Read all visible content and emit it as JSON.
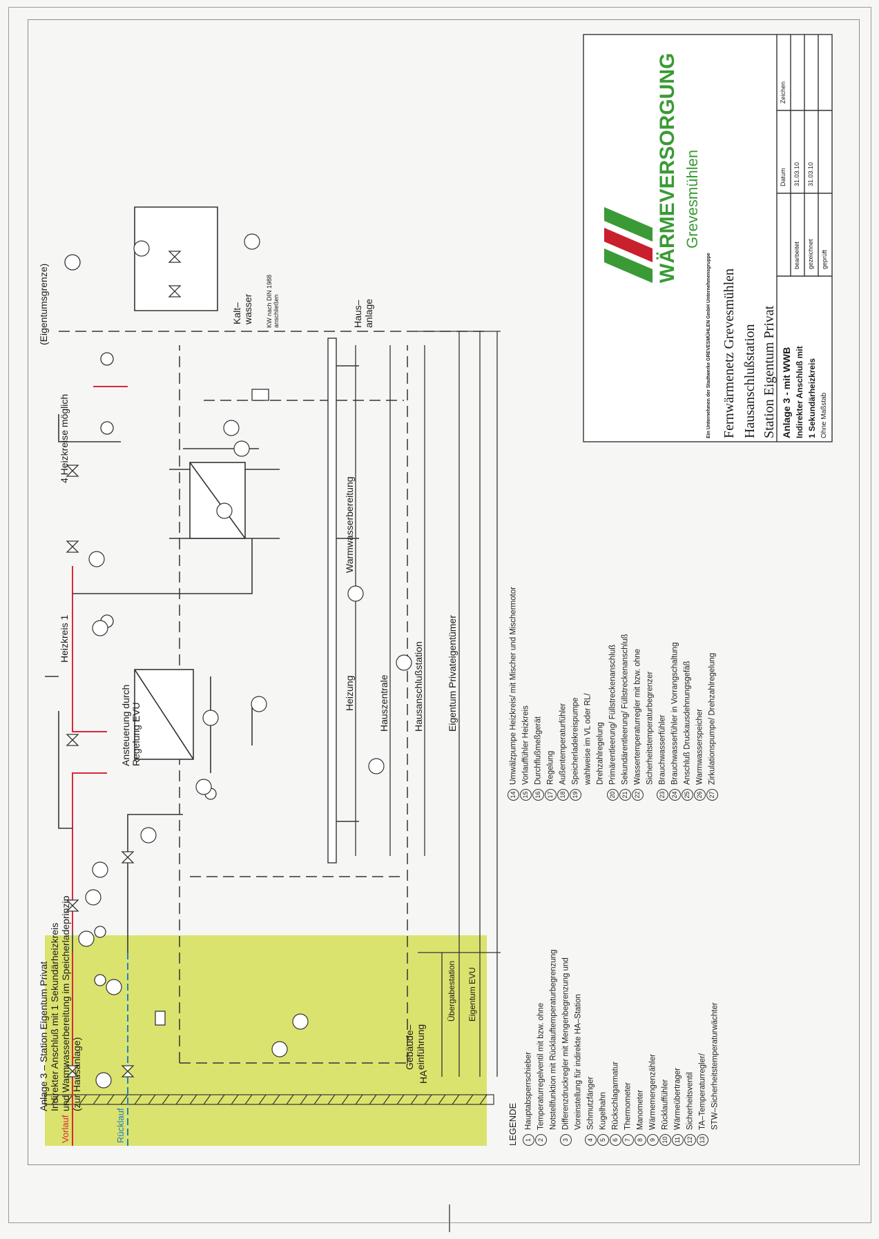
{
  "title_lines": [
    "Anlage 3  –  Station Eigentum Privat",
    "Indirekter Anschluß mit 1 Sekundärheizkreis",
    "und Warmwasserbereitung im Speicherladeprinzip",
    "(zur Hausanlage)"
  ],
  "labels": {
    "eigentumsgrenze": "(Eigentumsgrenze)",
    "heizkreise": "4  Heizkreise  möglich",
    "heizkreis1": "Heizkreis  1",
    "ansteuerung_1": "Ansteuerung durch",
    "ansteuerung_2": "Regelung EVU",
    "kaltwasser_1": "Kalt–",
    "kaltwasser_2": "wasser",
    "hausanlage_1": "Haus–",
    "hausanlage_2": "anlage",
    "warmwasserbereitung": "Warmwasserbereitung",
    "heizung": "Heizung",
    "hauszentrale": "Hauszentrale",
    "hausanschlussstation": "Hausanschlußstation",
    "eigentum_privat": "Eigentum  Privateigentümer",
    "uebergabestation": "Übergabestation",
    "eigentum_evu": "Eigentum  EVU",
    "gebaeude_1": "Gebäude–",
    "gebaeude_2": "einführung",
    "ha": "HA",
    "vorlauf": "Vorlauf",
    "ruecklauf": "Rücklauf",
    "kw_note_1": "KW nach DIN 1988",
    "kw_note_2": "anschließen"
  },
  "legend_title": "LEGENDE",
  "legend_left": [
    {
      "n": "1",
      "t": "Hauptabsperrschieber"
    },
    {
      "n": "2",
      "t": "Temperaturregelventil  mit  bzw.  ohne"
    },
    {
      "n": "",
      "t": "Notstellfunktion  mit  Rücklauftemperaturbegrenzung"
    },
    {
      "n": "3",
      "t": "Differenzdruckregler  mit  Mengenbegrenzung  und"
    },
    {
      "n": "",
      "t": "Voreinstellung  für  indirekte  HA–Station"
    },
    {
      "n": "4",
      "t": "Schmutzfänger"
    },
    {
      "n": "5",
      "t": "Kugelhahn"
    },
    {
      "n": "6",
      "t": "Rückschlagarmatur"
    },
    {
      "n": "7",
      "t": "Thermometer"
    },
    {
      "n": "8",
      "t": "Manometer"
    },
    {
      "n": "9",
      "t": "Wärmemengenzähler"
    },
    {
      "n": "10",
      "t": "Rücklauffühler"
    },
    {
      "n": "11",
      "t": "Wärmeübertrager"
    },
    {
      "n": "12",
      "t": "Sicherheitsventil"
    },
    {
      "n": "13",
      "t": "TA–Temperaturregler/"
    },
    {
      "n": "",
      "t": "STW–Sicherheitstemperaturwächter"
    }
  ],
  "legend_right": [
    {
      "n": "14",
      "t": "Umwälzpumpe  Heizkreis/  mit  Mischer  und  Mischermotor"
    },
    {
      "n": "15",
      "t": "Vorlauffühler  Heizkreis"
    },
    {
      "n": "16",
      "t": "Durchflußmeßgerät"
    },
    {
      "n": "17",
      "t": "Regelung"
    },
    {
      "n": "18",
      "t": "Außentemperaturfühler"
    },
    {
      "n": "19",
      "t": "Speicherladekreispumpe"
    },
    {
      "n": "",
      "t": "wahlweise  im  VL  oder  RL/"
    },
    {
      "n": "",
      "t": "Drehzahlregelung"
    },
    {
      "n": "20",
      "t": "Primärentleerung/  Füllstreckenanschluß"
    },
    {
      "n": "21",
      "t": "Sekundärentleerung/  Füllstreckenanschluß"
    },
    {
      "n": "22",
      "t": "Wassertemperaturregler  mit  bzw.  ohne"
    },
    {
      "n": "",
      "t": "Sicherheitstemperaturbegrenzer"
    },
    {
      "n": "23",
      "t": "Brauchwasserfühler"
    },
    {
      "n": "24",
      "t": "Brauchwasserfühler  in  Vorrangschaltung"
    },
    {
      "n": "25",
      "t": "Anschluß  Druckausdehnungsgefäß"
    },
    {
      "n": "26",
      "t": "Warmwasserspeicher"
    },
    {
      "n": "27",
      "t": "Zirkulationspumpe/  Drehzahlregelung"
    }
  ],
  "titleblock": {
    "brand": "WÄRMEVERSORGUNG",
    "brand_sub": "Grevesmühlen",
    "owner_line": "Ein Unternehmen der Stadtwerke GREVESMÜHLEN GmbH Unternehmensgruppe",
    "project_1": "Fernwärmenetz Grevesmühlen",
    "project_2": "Hausanschlußstation",
    "project_3": "Station Eigentum Privat",
    "col_datum": "Datum",
    "col_zeichen": "Zeichen",
    "row_bearbeitet": "bearbeitet",
    "row_gezeichnet": "gezeichnet",
    "row_geprueft": "geprüft",
    "date_bearbeitet": "31.03.10",
    "date_gezeichnet": "31.03.10",
    "sheet_1": "Anlage 3 - mit WWB",
    "sheet_2": "Indirekter Anschluß mit",
    "sheet_3": "1 Sekundärheizkreis",
    "scale": "Ohne Maßstab"
  },
  "colors": {
    "vorlauf": "#d8273a",
    "ruecklauf": "#1f7fc4",
    "evu_zone": "#d9e36a",
    "brand_green": "#3a9a35",
    "brand_red": "#c8202c"
  }
}
